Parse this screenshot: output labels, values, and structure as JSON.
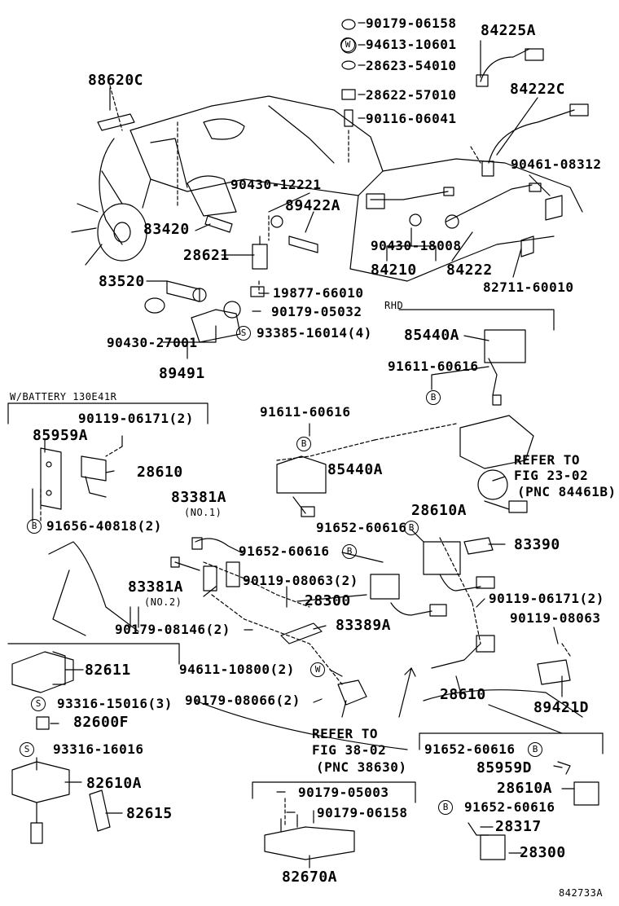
{
  "labels": {
    "p90179_06158_a": "90179-06158",
    "p94613_10601": "94613-10601",
    "p28623_54010": "28623-54010",
    "p28622_57010": "28622-57010",
    "p90116_06041": "90116-06041",
    "p84225A": "84225A",
    "p84222C": "84222C",
    "p88620C": "88620C",
    "p90461_08312": "90461-08312",
    "p90430_12221": "90430-12221",
    "p89422A": "89422A",
    "p83420": "83420",
    "p28621": "28621",
    "p90430_18008": "90430-18008",
    "p84210": "84210",
    "p84222": "84222",
    "p83520": "83520",
    "p19877_66010": "19877-66010",
    "p82711_60010": "82711-60010",
    "p90179_05032": "90179-05032",
    "rhd": "RHD",
    "p93385_16014": "93385-16014(4)",
    "p90430_27001": "90430-27001",
    "p85440A_a": "85440A",
    "p89491": "89491",
    "p91611_60616_a": "91611-60616",
    "wbattery": "W/BATTERY 130E41R",
    "p90119_06171_a": "90119-06171(2)",
    "p91611_60616_b": "91611-60616",
    "p85959A": "85959A",
    "refer_to_1": "REFER TO",
    "fig_23_02": "FIG 23-02",
    "pnc_84461B": "(PNC 84461B)",
    "p28610_a": "28610",
    "p85440A_b": "85440A",
    "p83381A_a": "83381A",
    "no1": "(NO.1)",
    "p91656_40818": "91656-40818(2)",
    "p91652_60616_a": "91652-60616",
    "p28610A_a": "28610A",
    "p83390": "83390",
    "p91652_60616_b": "91652-60616",
    "p83381A_b": "83381A",
    "no2": "(NO.2)",
    "p90119_08063_a": "90119-08063(2)",
    "p28300_a": "28300",
    "p90119_06171_b": "90119-06171(2)",
    "p90179_08146": "90179-08146(2)",
    "p83389A": "83389A",
    "p90119_08063_b": "90119-08063",
    "p82611": "82611",
    "p94611_10800": "94611-10800(2)",
    "p93316_15016": "93316-15016(3)",
    "p90179_08066": "90179-08066(2)",
    "p28610_b": "28610",
    "p89421D": "89421D",
    "p82600F": "82600F",
    "refer_to_2": "REFER TO",
    "fig_38_02": "FIG 38-02",
    "pnc_38630": "(PNC 38630)",
    "p91652_60616_c": "91652-60616",
    "p93316_16016": "93316-16016",
    "p85959D": "85959D",
    "p82610A": "82610A",
    "p28610A_b": "28610A",
    "p90179_05003": "90179-05003",
    "p91652_60616_d": "91652-60616",
    "p90179_06158_b": "90179-06158",
    "p82615": "82615",
    "p28317": "28317",
    "p28300_b": "28300",
    "p82670A": "82670A",
    "ref": "842733A"
  },
  "markers": {
    "S": "S",
    "W": "W",
    "B": "B"
  }
}
